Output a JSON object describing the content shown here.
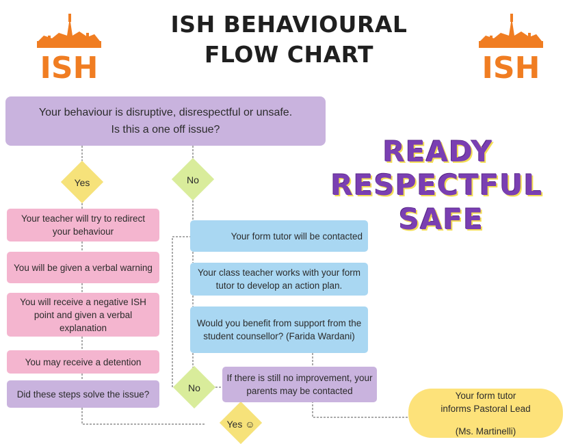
{
  "header": {
    "title_line1": "ISH BEHAVIOURAL",
    "title_line2": "FLOW CHART",
    "logo_text": "ISH"
  },
  "start": {
    "line1": "Your behaviour is disruptive, disrespectful or unsafe.",
    "line2": "Is this a one off issue?"
  },
  "decisions": {
    "yes": "Yes",
    "no": "No",
    "no2": "No",
    "yes_end": "Yes ☺"
  },
  "yes_path": [
    "Your teacher will try to redirect your behaviour",
    "You will be given a verbal warning",
    "You will receive a negative ISH point and given a verbal explanation",
    "You may receive a detention",
    "Did these steps solve the issue?"
  ],
  "no_path": [
    "Your form tutor will be contacted",
    "Your class teacher works with your form tutor to develop an action plan.",
    "Would you benefit from support from the student counsellor? (Farida Wardani)",
    "If there is still no improvement, your parents may be contacted"
  ],
  "pastoral": {
    "line1": "Your form tutor",
    "line2": "informs Pastoral Lead",
    "line3": "(Ms. Martinelli)"
  },
  "motto": {
    "ready": "READY",
    "respectful": "RESPECTFUL",
    "safe": "SAFE"
  },
  "colors": {
    "purple": "#c9b3de",
    "pink": "#f4b5cf",
    "blue": "#a9d7f2",
    "yellow": "#fde27a",
    "logo_orange": "#f07d22",
    "motto_purple": "#7a3fb2"
  }
}
